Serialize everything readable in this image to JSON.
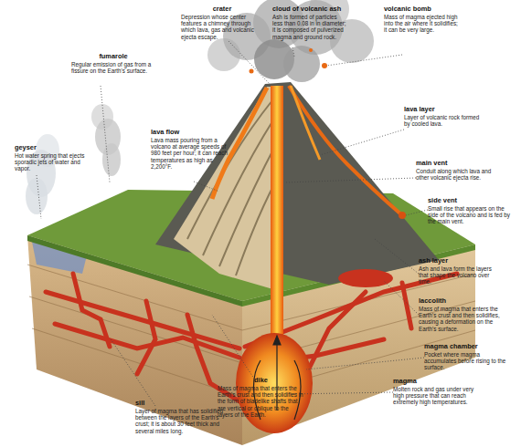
{
  "diagram": {
    "labels": [
      "crater",
      "Depression whose center features a chimney through which lava, gas and volcanic ejecta escape.",
      "cloud of volcanic ash",
      "Ash is formed of particles less than 0.08 in in diameter; it is composed of pulverized magma and ground rock.",
      "volcanic bomb",
      "Mass of magma ejected high into the air where it solidifies; it can be very large.",
      "fumarole",
      "Regular emission of gas from a fissure on the Earth's surface.",
      "lava flow",
      "Lava mass pouring from a volcano at average speeds of 980 feet per hour; it can reach temperatures as high as 2,200°F.",
      "lava layer",
      "Layer of volcanic rock formed by cooled lava.",
      "geyser",
      "Hot water spring that ejects sporadic jets of water and vapor.",
      "main vent",
      "Conduit along which lava and other volcanic ejecta rise.",
      "side vent",
      "Small rise that appears on the side of the volcano and is fed by the main vent.",
      "ash layer",
      "Ash and lava form the layers that shape the volcano over time.",
      "laccolith",
      "Mass of magma that enters the Earth's crust and then solidifies, causing a deformation on the Earth's surface.",
      "magma chamber",
      "Pocket where magma accumulates before rising to the surface.",
      "dike",
      "Mass of magma that enters the Earth's crust and then solidifies in the form of bladelike shafts that are vertical or oblique to the layers of the Earth.",
      "magma",
      "Molten rock and gas under very high pressure that can reach extremely high temperatures.",
      "sill",
      "Layer of magma that has solidified between the layers of the Earth's crust; it is about 30 feet thick and several miles long."
    ]
  }
}
